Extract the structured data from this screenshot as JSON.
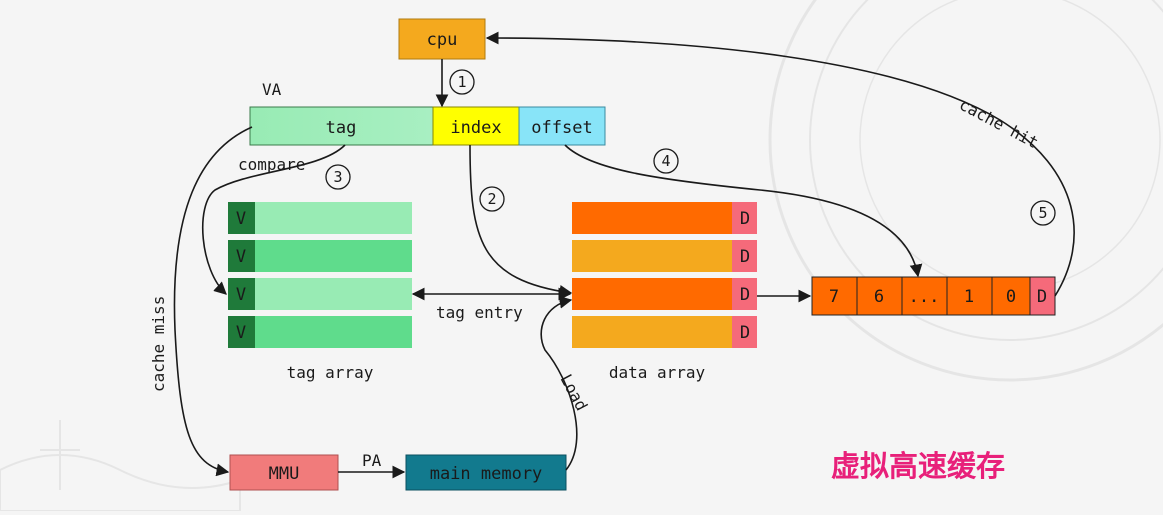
{
  "labels": {
    "cpu": "cpu",
    "va": "VA",
    "tag": "tag",
    "index": "index",
    "offset": "offset",
    "compare": "compare",
    "tag_array": "tag array",
    "data_array": "data array",
    "tag_entry": "tag entry",
    "load": "Load",
    "cache_miss": "cache miss",
    "cache_hit": "cache hit",
    "mmu": "MMU",
    "pa": "PA",
    "main_memory": "main memory",
    "title": "虚拟高速缓存"
  },
  "steps": [
    "1",
    "2",
    "3",
    "4",
    "5"
  ],
  "tag_array_rows": [
    "V",
    "V",
    "V",
    "V"
  ],
  "data_array_rows": [
    "D",
    "D",
    "D",
    "D"
  ],
  "line_bytes": [
    "7",
    "6",
    "...",
    "1",
    "0"
  ],
  "line_dirty": "D",
  "colors": {
    "cpu": "#f4a91e",
    "tag": "#98ebb4",
    "index": "#ffff00",
    "offset": "#88e4f8",
    "valid": "#1f7a3a",
    "tag_row_light": "#98ebb4",
    "tag_row_dark": "#5fdc8c",
    "data_dark": "#ff6a00",
    "data_light": "#f4a91e",
    "dirty": "#f56a7a",
    "mmu": "#f17b7b",
    "main_memory": "#127a8e",
    "title": "#e8207a"
  }
}
